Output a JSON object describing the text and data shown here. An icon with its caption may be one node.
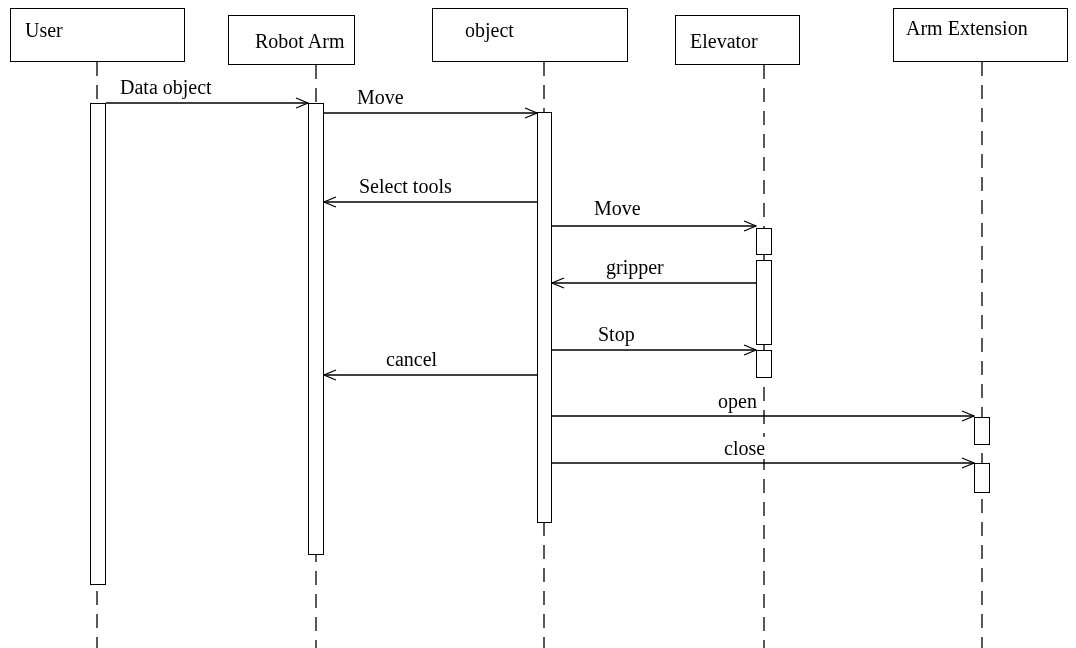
{
  "diagram": {
    "nodes": [
      {
        "text": [
          "User"
        ]
      },
      {
        "text": [
          "Robot Arm"
        ]
      },
      {
        "text": [
          "object"
        ]
      },
      {
        "text": [
          "Elevator"
        ]
      },
      {
        "text": [
          "Arm Extension"
        ]
      },
      {
        "text": [],
        "shape": "bar"
      },
      {
        "text": [],
        "shape": "bar"
      },
      {
        "text": [],
        "shape": "bar"
      },
      {
        "text": [],
        "shape": "bar"
      },
      {
        "text": [],
        "shape": "bar"
      },
      {
        "text": [],
        "shape": "bar"
      },
      {
        "text": [],
        "shape": "bar"
      },
      {
        "text": [],
        "shape": "bar"
      }
    ],
    "edges": [
      {
        "from": 5,
        "to": 6,
        "arrow": "to",
        "label": "Data object"
      },
      {
        "from": 6,
        "to": 7,
        "arrow": "to",
        "label": "Move"
      },
      {
        "from": 7,
        "to": 6,
        "arrow": "to",
        "label": "Select tools"
      },
      {
        "from": 7,
        "to": 8,
        "arrow": "to",
        "label": "Move"
      },
      {
        "from": 9,
        "to": 7,
        "arrow": "to",
        "label": "gripper"
      },
      {
        "from": 7,
        "to": 10,
        "arrow": "to",
        "label": "Stop"
      },
      {
        "from": 7,
        "to": 6,
        "arrow": "to",
        "label": "cancel"
      },
      {
        "from": 7,
        "to": 11,
        "arrow": "to",
        "label": "open"
      },
      {
        "from": 7,
        "to": 12,
        "arrow": "to",
        "label": "close"
      }
    ]
  }
}
